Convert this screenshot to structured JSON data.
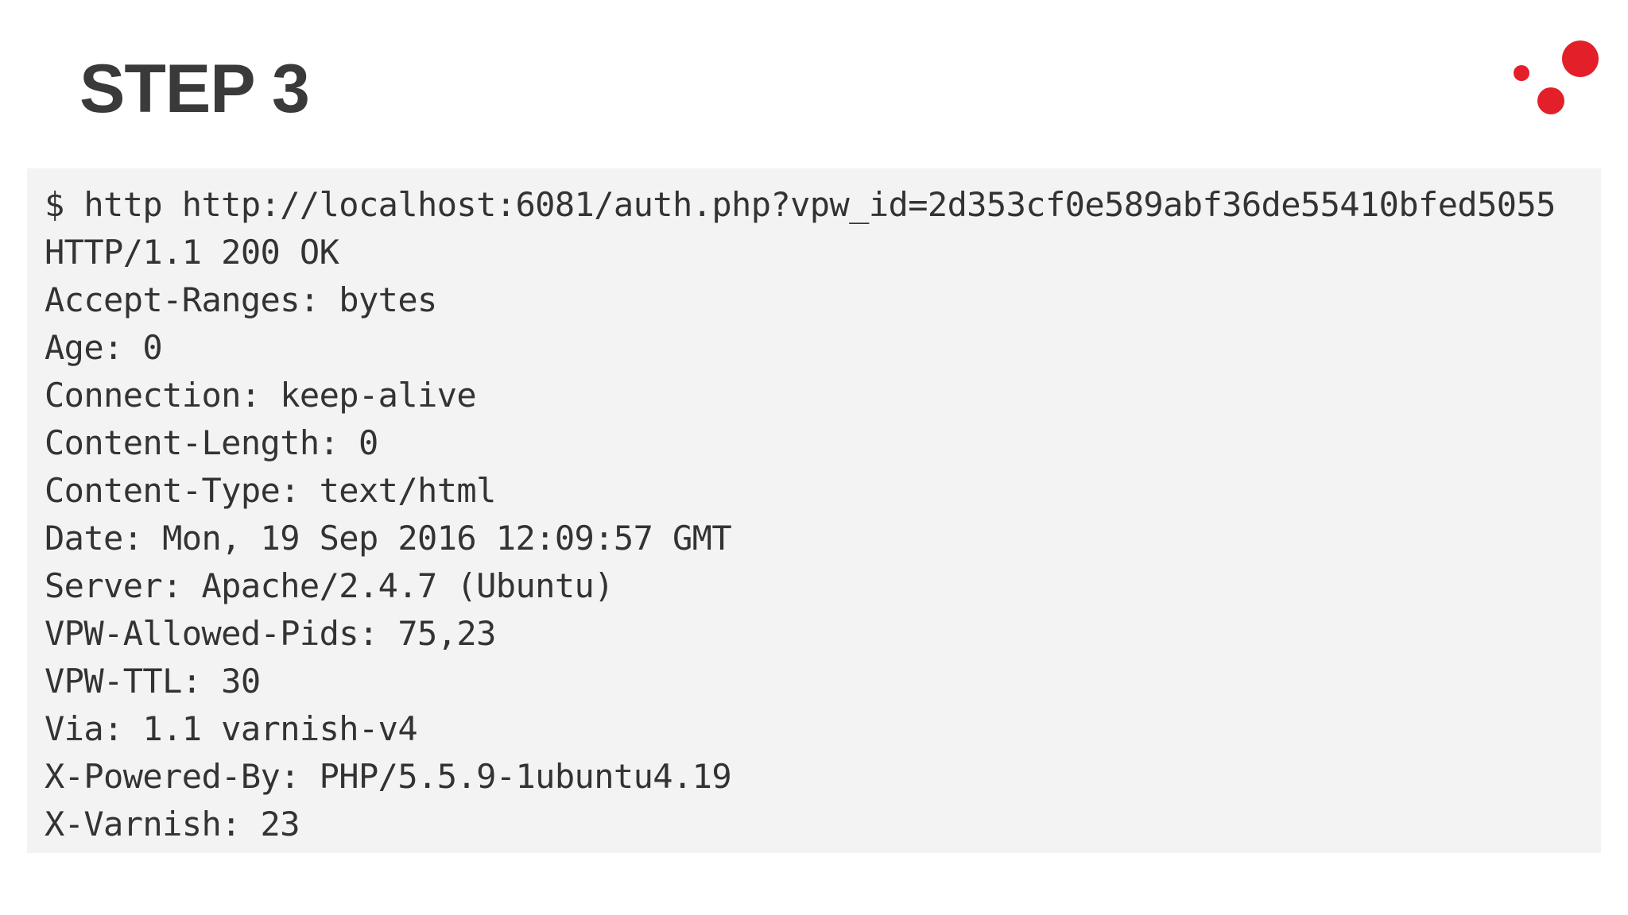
{
  "slide": {
    "title": "STEP 3"
  },
  "logo": {
    "dot_color": "#e3202a"
  },
  "terminal": {
    "lines": [
      "$ http http://localhost:6081/auth.php?vpw_id=2d353cf0e589abf36de55410bfed5055",
      "HTTP/1.1 200 OK",
      "Accept-Ranges: bytes",
      "Age: 0",
      "Connection: keep-alive",
      "Content-Length: 0",
      "Content-Type: text/html",
      "Date: Mon, 19 Sep 2016 12:09:57 GMT",
      "Server: Apache/2.4.7 (Ubuntu)",
      "VPW-Allowed-Pids: 75,23",
      "VPW-TTL: 30",
      "Via: 1.1 varnish-v4",
      "X-Powered-By: PHP/5.5.9-1ubuntu4.19",
      "X-Varnish: 23"
    ]
  }
}
